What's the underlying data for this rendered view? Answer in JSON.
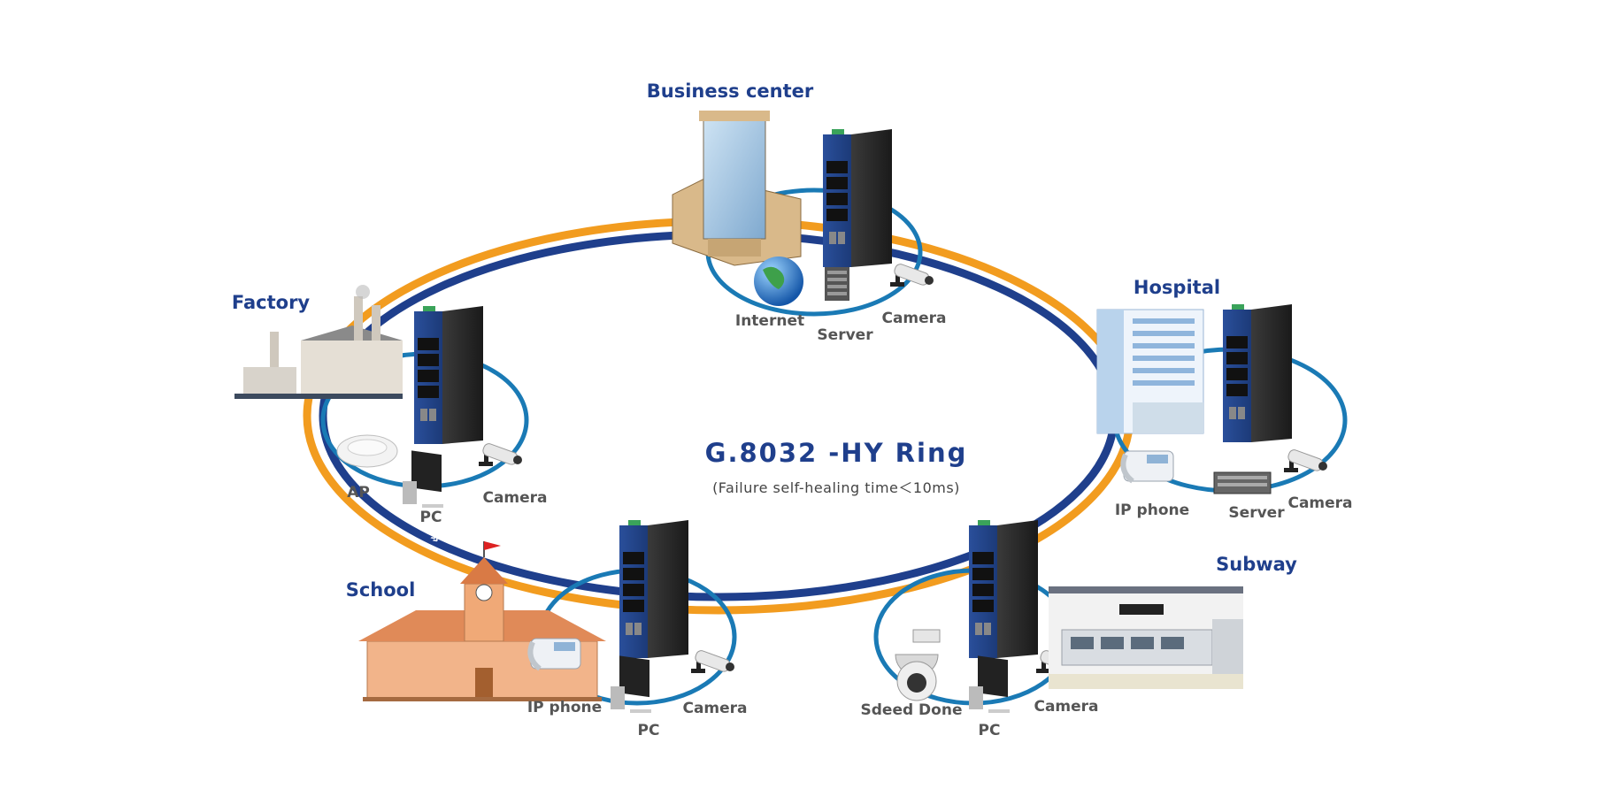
{
  "title": "G.8032 -HY Ring",
  "subtitle": "(Failure self-healing time＜10ms)",
  "colors": {
    "ring_blue": "#1f3f8c",
    "ring_orange": "#f29c1f",
    "sub_ring": "#1a7ab5",
    "label_text": "#555555",
    "site_text": "#1f3f8c"
  },
  "sites": {
    "business": {
      "name": "Business center",
      "devices": [
        "Internet",
        "Server",
        "Camera"
      ]
    },
    "hospital": {
      "name": "Hospital",
      "devices": [
        "IP phone",
        "Server",
        "Camera"
      ]
    },
    "factory": {
      "name": "Factory",
      "devices": [
        "AP",
        "PC",
        "Camera"
      ]
    },
    "school": {
      "name": "School",
      "devices": [
        "IP phone",
        "PC",
        "Camera"
      ]
    },
    "center": {
      "devices": [
        "Sdeed Done",
        "PC",
        "Camera"
      ]
    },
    "subway": {
      "name": "Subway"
    }
  },
  "icons": [
    "switch-icon",
    "building-icon",
    "globe-icon",
    "server-icon",
    "camera-icon",
    "ip-phone-icon",
    "pc-icon",
    "ap-icon",
    "speed-dome-icon",
    "train-icon",
    "factory-icon",
    "school-icon",
    "hospital-icon"
  ]
}
